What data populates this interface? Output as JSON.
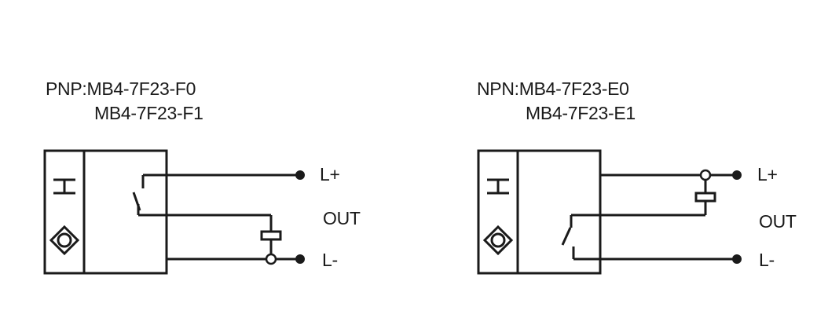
{
  "pnp": {
    "title_line1": "PNP:MB4-7F23-F0",
    "title_line2": "MB4-7F23-F1",
    "terminal_plus": "L+",
    "terminal_out": "OUT",
    "terminal_minus": "L-"
  },
  "npn": {
    "title_line1": "NPN:MB4-7F23-E0",
    "title_line2": "MB4-7F23-E1",
    "terminal_plus": "L+",
    "terminal_out": "OUT",
    "terminal_minus": "L-"
  },
  "colors": {
    "line": "#1a1a1a",
    "background": "#ffffff"
  }
}
